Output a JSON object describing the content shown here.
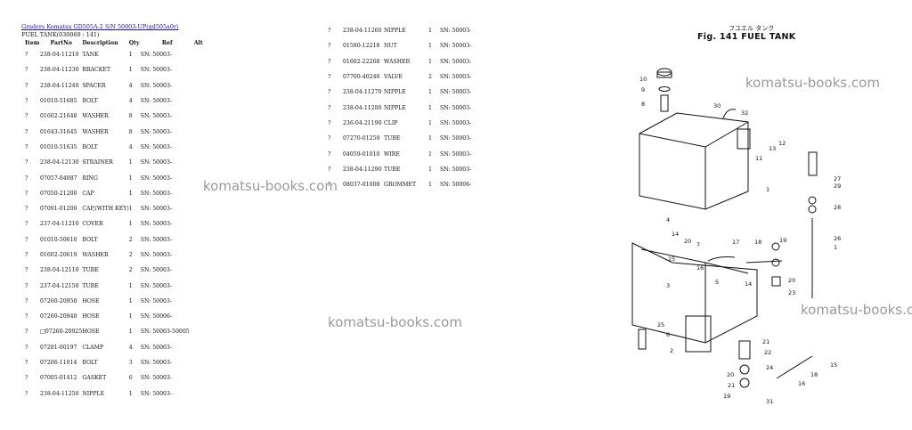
{
  "header": {
    "link_text": "Graders Komatsu GD505A-2 S/N 50003-UP(gd505a0r)",
    "subtitle": "FUEL TANK(030060 : 141)"
  },
  "table_headers": {
    "item": "Item",
    "partno": "PartNo",
    "description": "Description",
    "qty": "Qty",
    "ref": "Ref",
    "alt": "Alt"
  },
  "left_rows": [
    {
      "item": "?",
      "partno": "238-04-11210",
      "desc": "TANK",
      "qty": "1",
      "ref": "SN: 50003-"
    },
    {
      "item": "?",
      "partno": "238-04-11230",
      "desc": "BRACKET",
      "qty": "1",
      "ref": "SN: 50003-"
    },
    {
      "item": "?",
      "partno": "238-04-11240",
      "desc": "SPACER",
      "qty": "4",
      "ref": "SN: 50003-"
    },
    {
      "item": "?",
      "partno": "01010-51685",
      "desc": "BOLT",
      "qty": "4",
      "ref": "SN: 50003-"
    },
    {
      "item": "?",
      "partno": "01602-21648",
      "desc": "WASHER",
      "qty": "8",
      "ref": "SN: 50003-"
    },
    {
      "item": "?",
      "partno": "01643-31645",
      "desc": "WASHER",
      "qty": "8",
      "ref": "SN: 50003-"
    },
    {
      "item": "?",
      "partno": "01010-51635",
      "desc": "BOLT",
      "qty": "4",
      "ref": "SN: 50003-"
    },
    {
      "item": "?",
      "partno": "238-04-12130",
      "desc": "STRAINER",
      "qty": "1",
      "ref": "SN: 50003-"
    },
    {
      "item": "?",
      "partno": "07057-04087",
      "desc": "RING",
      "qty": "1",
      "ref": "SN: 50003-"
    },
    {
      "item": "?",
      "partno": "07050-21200",
      "desc": "CAP",
      "qty": "1",
      "ref": "SN: 50003-"
    },
    {
      "item": "?",
      "partno": "07091-01200",
      "desc": "CAP,(WITH KEY)",
      "qty": "1",
      "ref": "SN: 50003-"
    },
    {
      "item": "?",
      "partno": "237-04-11210",
      "desc": "COVER",
      "qty": "1",
      "ref": "SN: 50003-"
    },
    {
      "item": "?",
      "partno": "01010-50610",
      "desc": "BOLT",
      "qty": "2",
      "ref": "SN: 50003-"
    },
    {
      "item": "?",
      "partno": "01602-20619",
      "desc": "WASHER",
      "qty": "2",
      "ref": "SN: 50003-"
    },
    {
      "item": "?",
      "partno": "238-04-12110",
      "desc": "TUBE",
      "qty": "2",
      "ref": "SN: 50003-"
    },
    {
      "item": "?",
      "partno": "237-04-12150",
      "desc": "TUBE",
      "qty": "1",
      "ref": "SN: 50003-"
    },
    {
      "item": "?",
      "partno": "07260-20950",
      "desc": "HOSE",
      "qty": "1",
      "ref": "SN: 50003-"
    },
    {
      "item": "?",
      "partno": "07260-20940",
      "desc": "HOSE",
      "qty": "1",
      "ref": "SN: 50006-"
    },
    {
      "item": "?",
      "partno": "□07260-20925",
      "desc": "HOSE",
      "qty": "1",
      "ref": "SN: 50003-50005"
    },
    {
      "item": "?",
      "partno": "07281-00197",
      "desc": "CLAMP",
      "qty": "4",
      "ref": "SN: 50003-"
    },
    {
      "item": "?",
      "partno": "07206-11014",
      "desc": "BOLT",
      "qty": "3",
      "ref": "SN: 50003-"
    },
    {
      "item": "?",
      "partno": "07005-01412",
      "desc": "GASKET",
      "qty": "6",
      "ref": "SN: 50003-"
    },
    {
      "item": "?",
      "partno": "238-04-11250",
      "desc": "NIPPLE",
      "qty": "1",
      "ref": "SN: 50003-"
    }
  ],
  "right_rows": [
    {
      "item": "?",
      "partno": "238-04-11260",
      "desc": "NIPPLE",
      "qty": "1",
      "ref": "SN: 50003-"
    },
    {
      "item": "?",
      "partno": "01580-12218",
      "desc": "NUT",
      "qty": "1",
      "ref": "SN: 50003-"
    },
    {
      "item": "?",
      "partno": "01602-22268",
      "desc": "WASHER",
      "qty": "1",
      "ref": "SN: 50003-"
    },
    {
      "item": "?",
      "partno": "07700-40240",
      "desc": "VALVE",
      "qty": "2",
      "ref": "SN: 50003-"
    },
    {
      "item": "?",
      "partno": "238-04-11270",
      "desc": "NIPPLE",
      "qty": "1",
      "ref": "SN: 50003-"
    },
    {
      "item": "?",
      "partno": "238-04-11280",
      "desc": "NIPPLE",
      "qty": "1",
      "ref": "SN: 50003-"
    },
    {
      "item": "?",
      "partno": "236-04-21190",
      "desc": "CLIP",
      "qty": "1",
      "ref": "SN: 50003-"
    },
    {
      "item": "?",
      "partno": "07270-01250",
      "desc": "TUBE",
      "qty": "1",
      "ref": "SN: 50003-"
    },
    {
      "item": "?",
      "partno": "04059-01010",
      "desc": "WIRE",
      "qty": "1",
      "ref": "SN: 50003-"
    },
    {
      "item": "?",
      "partno": "238-04-11290",
      "desc": "TUBE",
      "qty": "1",
      "ref": "SN: 50003-"
    },
    {
      "item": "?",
      "partno": "08037-01008",
      "desc": "GROMMET",
      "qty": "1",
      "ref": "SN: 50006-"
    }
  ],
  "figure": {
    "title": "Fig. 141 FUEL TANK",
    "japanese": "フユエル タンク"
  },
  "watermarks": [
    "komatsu-books.com",
    "komatsu-books.com",
    "komatsu-books.com",
    "komatsu-books.com"
  ],
  "callouts": [
    "10",
    "9",
    "8",
    "30",
    "32",
    "12",
    "13",
    "11",
    "1",
    "4",
    "14",
    "20",
    "7",
    "16",
    "17",
    "18",
    "19",
    "1",
    "26",
    "28",
    "29",
    "27",
    "25",
    "3",
    "5",
    "14",
    "20",
    "23",
    "24",
    "21",
    "22",
    "25",
    "6",
    "2",
    "15",
    "18",
    "16",
    "20",
    "21",
    "19",
    "31"
  ]
}
